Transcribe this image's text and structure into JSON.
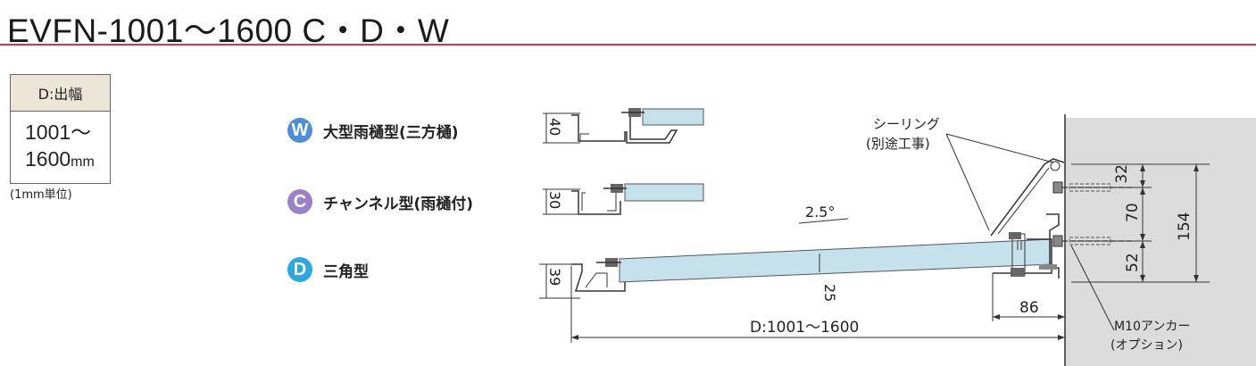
{
  "header": {
    "title": "EVFN-1001～1600 C・D・W"
  },
  "spec_table": {
    "header": "D:出幅",
    "range_line1": "1001～",
    "range_line2": "1600",
    "range_unit": "mm",
    "note": "(1mm単位)"
  },
  "types": [
    {
      "letter": "W",
      "label": "大型雨樋型(三方樋)",
      "color": "#4b8fd8",
      "profile_height": "40"
    },
    {
      "letter": "C",
      "label": "チャンネル型(雨樋付)",
      "color": "#9a82c9",
      "profile_height": "30"
    },
    {
      "letter": "D",
      "label": "三角型",
      "color": "#2aa9e0",
      "profile_height": "39"
    }
  ],
  "drawing": {
    "slope": "2.5°",
    "thickness": "25",
    "depth_label": "D:1001～1600",
    "bracket_width": "86",
    "dim_upper": "32",
    "dim_middle": "70",
    "dim_lower": "52",
    "dim_total": "154",
    "sealing_line1": "シーリング",
    "sealing_line2": "(別途工事)",
    "anchor_line1": "M10アンカー",
    "anchor_line2": "(オプション)"
  },
  "colors": {
    "accent_rule": "#d9363e",
    "panel_fill": "#c5e2ec",
    "wall_fill": "#dcdcdc"
  }
}
